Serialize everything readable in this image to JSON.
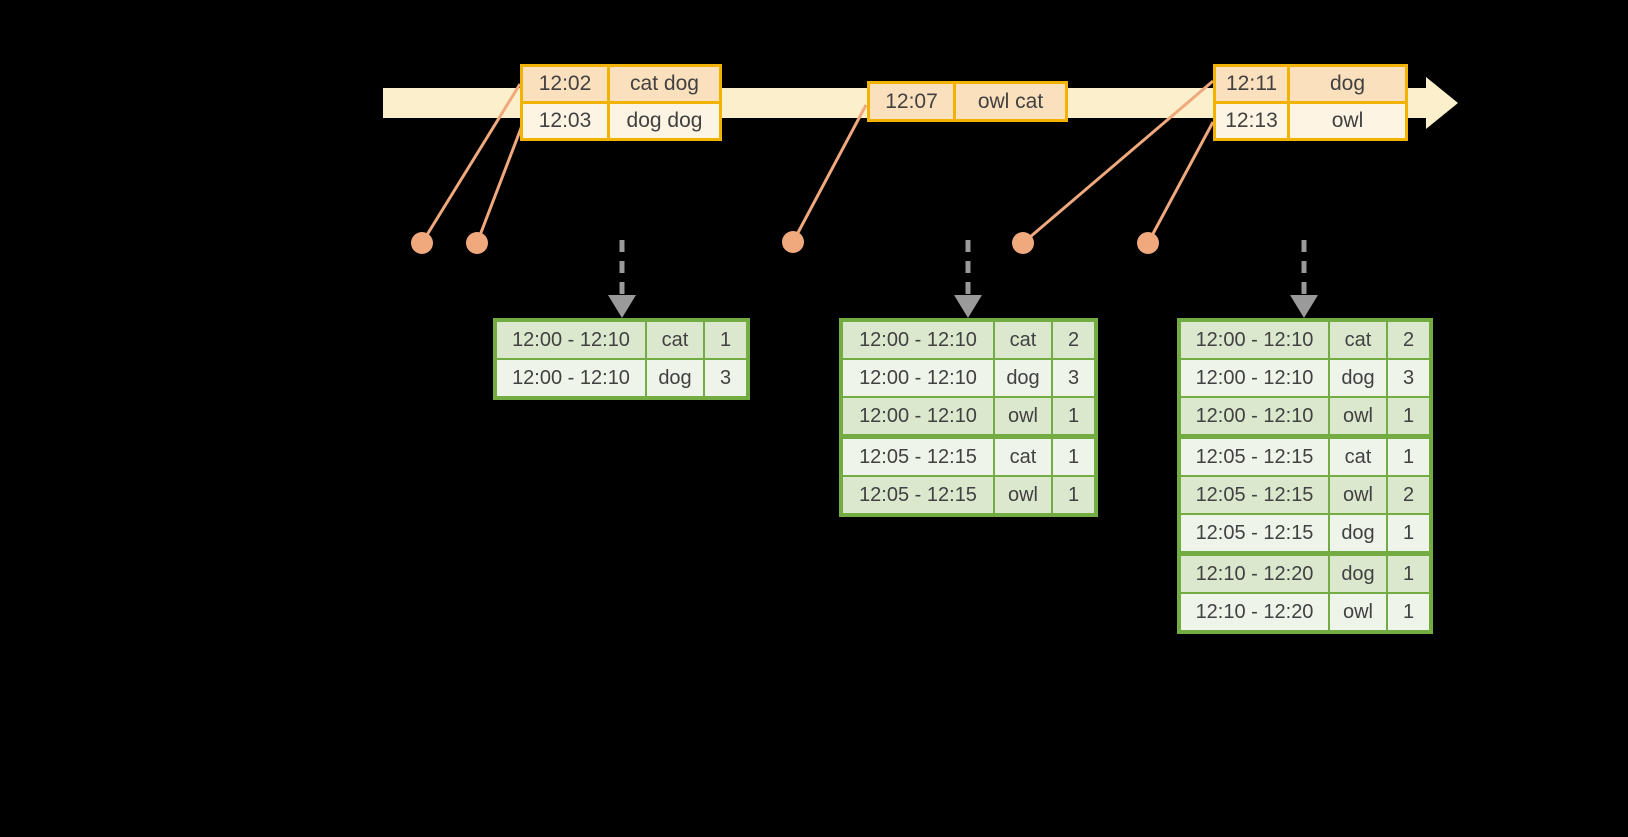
{
  "colors": {
    "background": "#000000",
    "timeline_band": "#FBF0CB",
    "event_table_border": "#F2B200",
    "event_row_dark": "#FAE0BD",
    "event_row_light": "#FDF4E3",
    "connector_orange": "#F0A87D",
    "batch_arrow_gray": "#9A9A9A",
    "result_table_border": "#74AC44",
    "result_row_dark": "#DBE8CE",
    "result_row_light": "#EFF4EA",
    "text": "#414141"
  },
  "event_tables": [
    {
      "rows": [
        {
          "time": "12:02",
          "words": "cat dog"
        },
        {
          "time": "12:03",
          "words": "dog dog"
        }
      ]
    },
    {
      "rows": [
        {
          "time": "12:07",
          "words": "owl cat"
        }
      ]
    },
    {
      "rows": [
        {
          "time": "12:11",
          "words": "dog"
        },
        {
          "time": "12:13",
          "words": "owl"
        }
      ]
    }
  ],
  "result_tables": [
    {
      "rows": [
        [
          "12:00 - 12:10",
          "cat",
          "1"
        ],
        [
          "12:00 - 12:10",
          "dog",
          "3"
        ]
      ]
    },
    {
      "rows": [
        [
          "12:00 - 12:10",
          "cat",
          "2"
        ],
        [
          "12:00 - 12:10",
          "dog",
          "3"
        ],
        [
          "12:00 - 12:10",
          "owl",
          "1"
        ],
        [
          "12:05 - 12:15",
          "cat",
          "1"
        ],
        [
          "12:05 - 12:15",
          "owl",
          "1"
        ]
      ]
    },
    {
      "rows": [
        [
          "12:00 - 12:10",
          "cat",
          "2"
        ],
        [
          "12:00 - 12:10",
          "dog",
          "3"
        ],
        [
          "12:00 - 12:10",
          "owl",
          "1"
        ],
        [
          "12:05 - 12:15",
          "cat",
          "1"
        ],
        [
          "12:05 - 12:15",
          "owl",
          "2"
        ],
        [
          "12:05 - 12:15",
          "dog",
          "1"
        ],
        [
          "12:10 - 12:20",
          "dog",
          "1"
        ],
        [
          "12:10 - 12:20",
          "owl",
          "1"
        ]
      ]
    }
  ]
}
